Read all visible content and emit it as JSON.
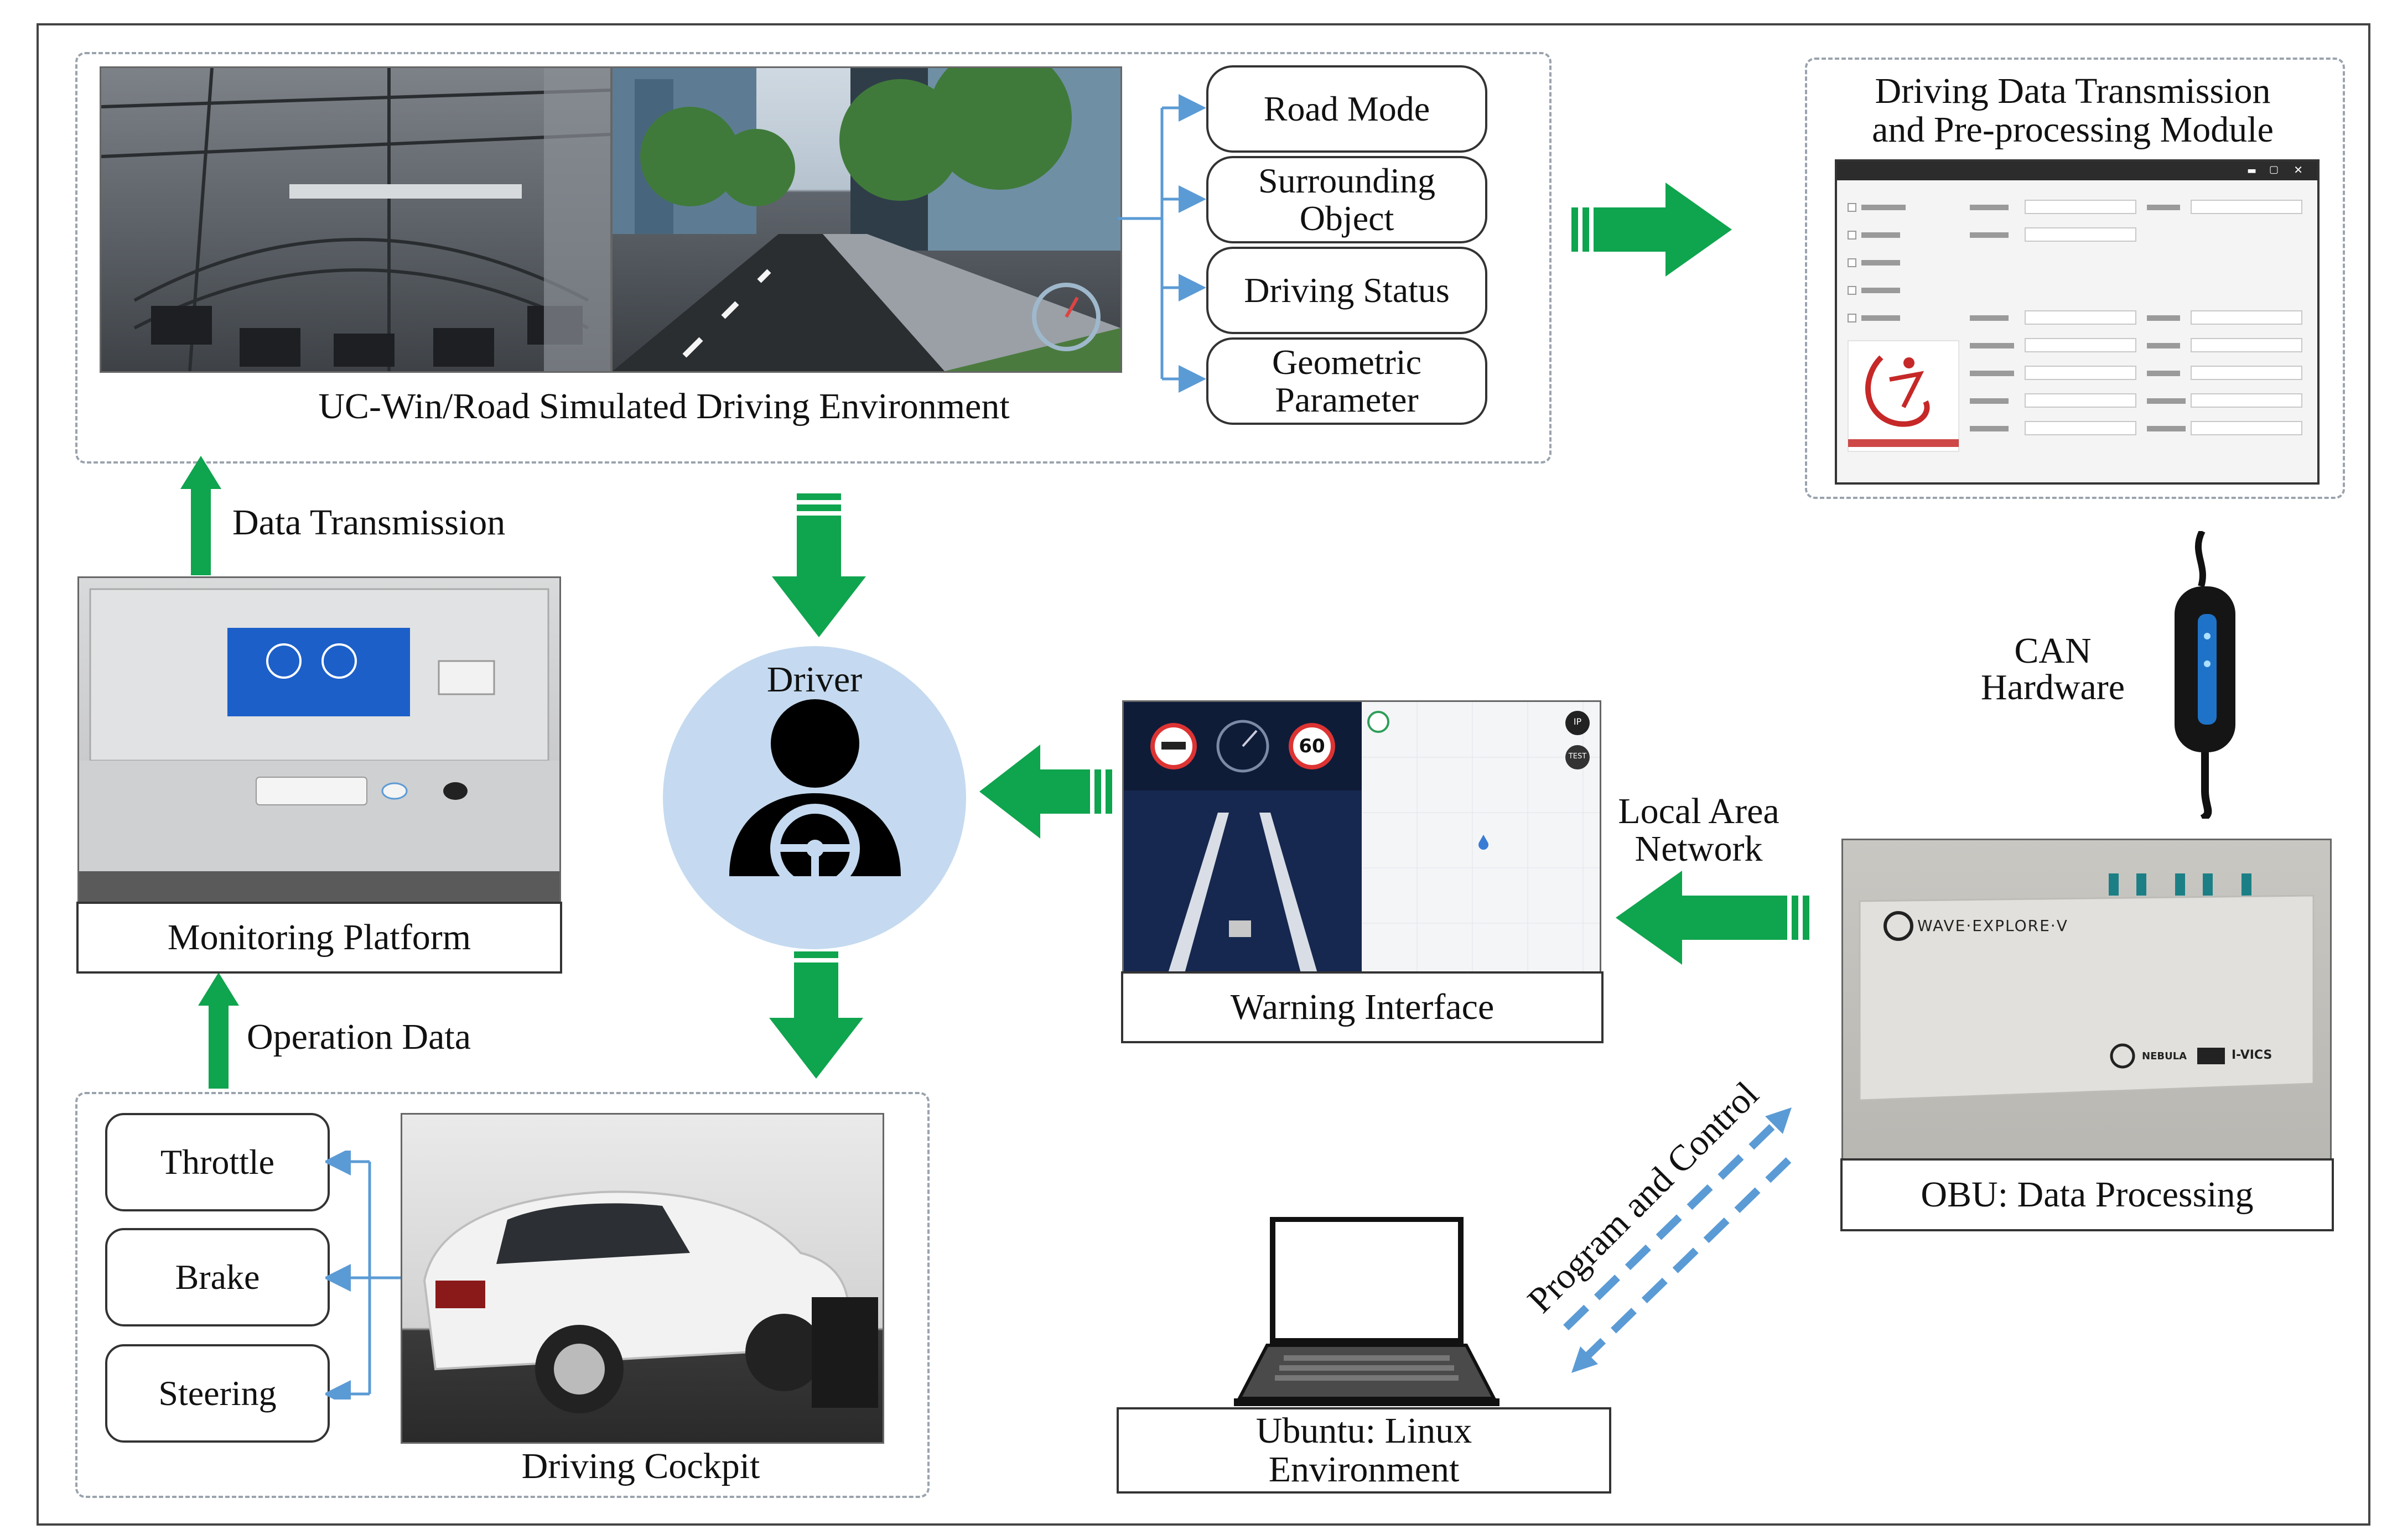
{
  "colors": {
    "arrow_green": "#0fa44e",
    "connector_blue": "#5b9bd5",
    "driver_circle": "#c5daf0",
    "frame_border": "#333333",
    "dashed_border": "#9aa3ad"
  },
  "simulation": {
    "caption": "UC-Win/Road Simulated Driving Environment",
    "outputs": [
      "Road Mode",
      "Surrounding Object",
      "Driving Status",
      "Geometric Parameter"
    ]
  },
  "transmission_module": {
    "title_line1": "Driving Data  Transmission",
    "title_line2": "and Pre-processing Module"
  },
  "labels": {
    "data_transmission": "Data Transmission",
    "operation_data": "Operation Data",
    "driver": "Driver",
    "can_line1": "CAN",
    "can_line2": "Hardware",
    "lan_line1": "Local Area",
    "lan_line2": "Network",
    "program_control": "Program and Control"
  },
  "boxes": {
    "monitoring_platform": "Monitoring Platform",
    "warning_interface": "Warning Interface",
    "obu": "OBU: Data Processing",
    "ubuntu_line1": "Ubuntu: Linux",
    "ubuntu_line2": "Environment"
  },
  "cockpit": {
    "inputs": [
      "Throttle",
      "Brake",
      "Steering"
    ],
    "caption": "Driving Cockpit"
  },
  "warning_screen": {
    "speed_limit": "60",
    "badge_top": "IP",
    "badge_test": "TEST"
  },
  "obu_device": {
    "brand": "WAVE·EXPLORE·V",
    "logo_left": "NEBULA",
    "logo_right": "I-VICS"
  }
}
